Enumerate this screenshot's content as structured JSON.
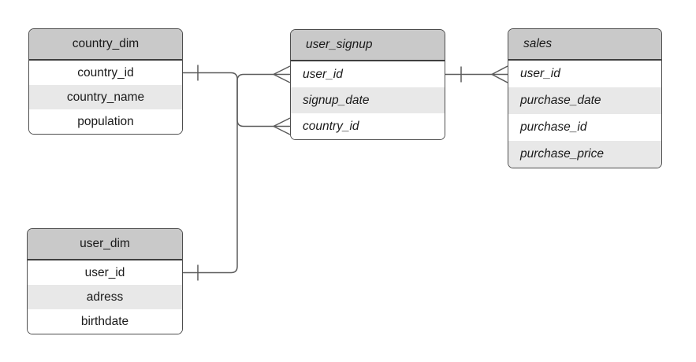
{
  "diagram": {
    "background": "#ffffff",
    "colors": {
      "entity_header_bg": "#c9c9c9",
      "row_bg": "#ffffff",
      "row_alt_bg": "#e8e8e8",
      "entity_border": "#4d4d4d",
      "header_divider": "#3f3f3f",
      "connector_line": "#5b5b5b",
      "text": "#1a1a1a"
    },
    "entities": [
      {
        "name": "country_dim",
        "text_style": "normal-centered",
        "fields": [
          "country_id",
          "country_name",
          "population"
        ]
      },
      {
        "name": "user_signup",
        "text_style": "italic-left",
        "fields": [
          "user_id",
          "signup_date",
          "country_id"
        ]
      },
      {
        "name": "sales",
        "text_style": "italic-left",
        "fields": [
          "user_id",
          "purchase_date",
          "purchase_id",
          "purchase_price"
        ]
      },
      {
        "name": "user_dim",
        "text_style": "normal-centered",
        "fields": [
          "user_id",
          "adress",
          "birthdate"
        ]
      }
    ],
    "relationships": [
      {
        "from": "country_dim.country_id",
        "to": "user_signup.country_id",
        "from_cardinality": "one",
        "to_cardinality": "many",
        "notation": "crow-foot"
      },
      {
        "from": "user_dim.user_id",
        "to": "user_signup.user_id",
        "from_cardinality": "one",
        "to_cardinality": "many",
        "notation": "crow-foot"
      },
      {
        "from": "user_signup.user_id",
        "to": "sales.user_id",
        "from_cardinality": "one",
        "to_cardinality": "many",
        "notation": "crow-foot"
      }
    ]
  }
}
